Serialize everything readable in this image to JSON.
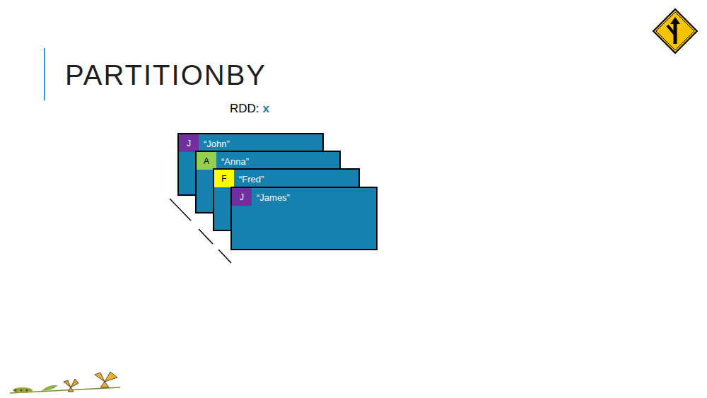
{
  "diagram": {
    "title": "PARTITIONBY",
    "nodes": [
      {
        "text": [
          "“John”"
        ]
      },
      {
        "text": [
          "J"
        ],
        "in": 0
      },
      {
        "text": [
          "“Anna”"
        ]
      },
      {
        "text": [
          "A"
        ],
        "in": 2
      },
      {
        "text": [
          "“Fred”"
        ]
      },
      {
        "text": [
          "F"
        ],
        "in": 4
      },
      {
        "text": [
          "“James”"
        ]
      },
      {
        "text": [
          "J"
        ],
        "in": 6
      }
    ],
    "labels": [
      "RDD:",
      "x"
    ]
  }
}
